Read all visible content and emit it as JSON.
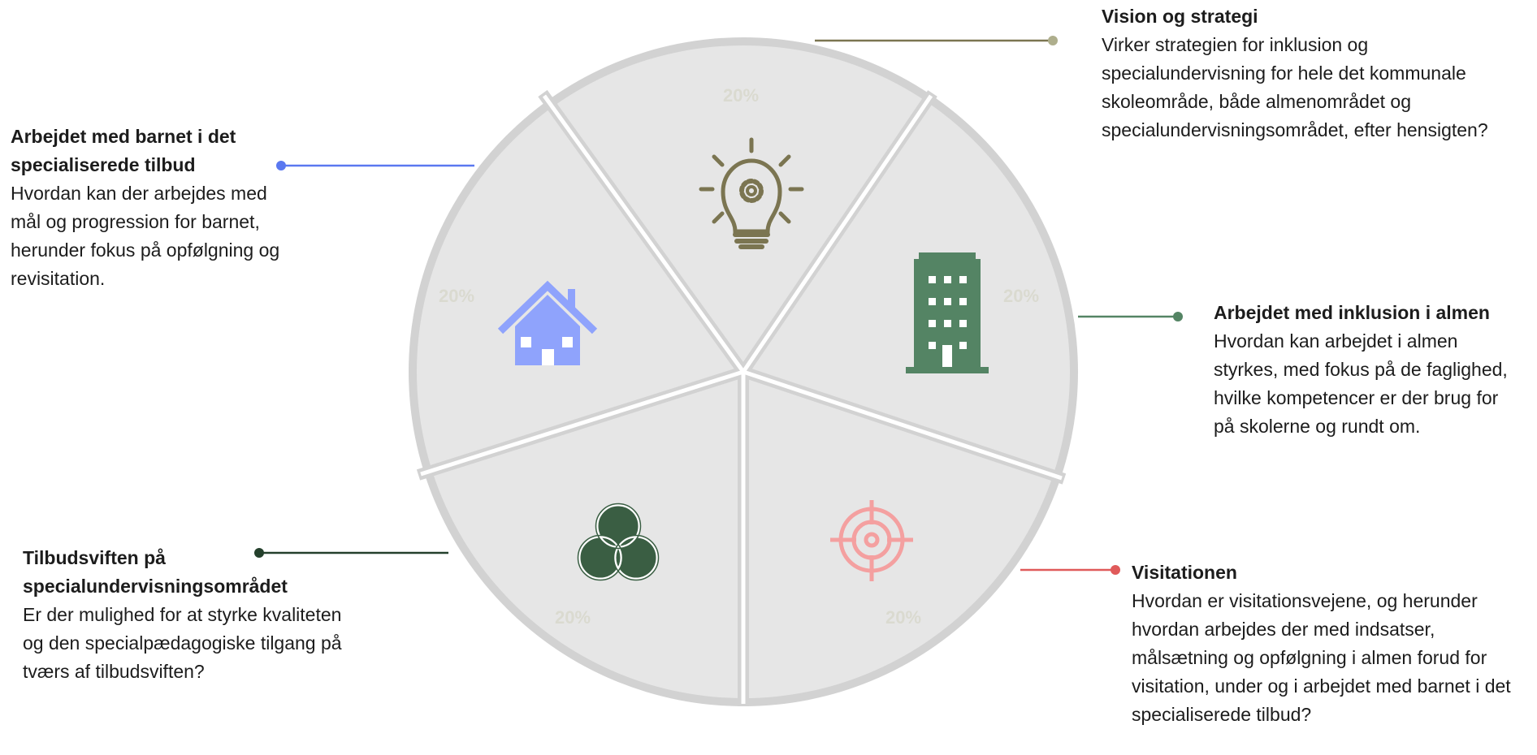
{
  "segments": [
    {
      "id": "vision",
      "title": "Vision og strategi",
      "body": "Virker strategien for inklusion og specialundervisning for hele det kommunale skoleområde, både almenområdet og specialundervisningsområdet, efter hensigten?",
      "percent_label": "20%",
      "icon": "lightbulb-gear-icon",
      "color": "#7b7551"
    },
    {
      "id": "inklusion",
      "title": "Arbejdet med inklusion i almen",
      "body": "Hvordan kan arbejdet i almen styrkes, med fokus på de faglighed, hvilke kompetencer er der brug for på skolerne og rundt om.",
      "percent_label": "20%",
      "icon": "office-building-icon",
      "color": "#548464"
    },
    {
      "id": "visitation",
      "title": "Visitationen",
      "body": "Hvordan er visitationsvejene, og herunder hvordan arbejdes der med indsatser, målsætning og opfølgning i almen forud for visitation, under og i arbejdet med barnet i det specialiserede tilbud?",
      "percent_label": "20%",
      "icon": "target-crosshair-icon",
      "color": "#f4a0a0"
    },
    {
      "id": "tilbudsviften",
      "title": "Tilbudsviften på specialundervisningsområdet",
      "body": "Er der mulighed for at styrke kvaliteten og den specialpædagogiske tilgang på tværs af tilbudsviften?",
      "percent_label": "20%",
      "icon": "overlapping-circles-icon",
      "color": "#3a5e43"
    },
    {
      "id": "barnet",
      "title": "Arbejdet med barnet i det specialiserede tilbud",
      "body": "Hvordan kan der arbejdes med mål og progression for barnet, herunder fokus på opfølgning og revisitation.",
      "percent_label": "20%",
      "icon": "house-icon",
      "color": "#8fa3fc"
    }
  ],
  "colors": {
    "ring": "#d2d2d2",
    "segment_fill": "#e6e6e6",
    "vision_line": "#7b7551",
    "vision_dot": "#aeae8c",
    "inklusion_line": "#548464",
    "visitation_line": "#e05a5a",
    "tilbud_line": "#24402c",
    "barnet_line": "#5a78f0"
  }
}
